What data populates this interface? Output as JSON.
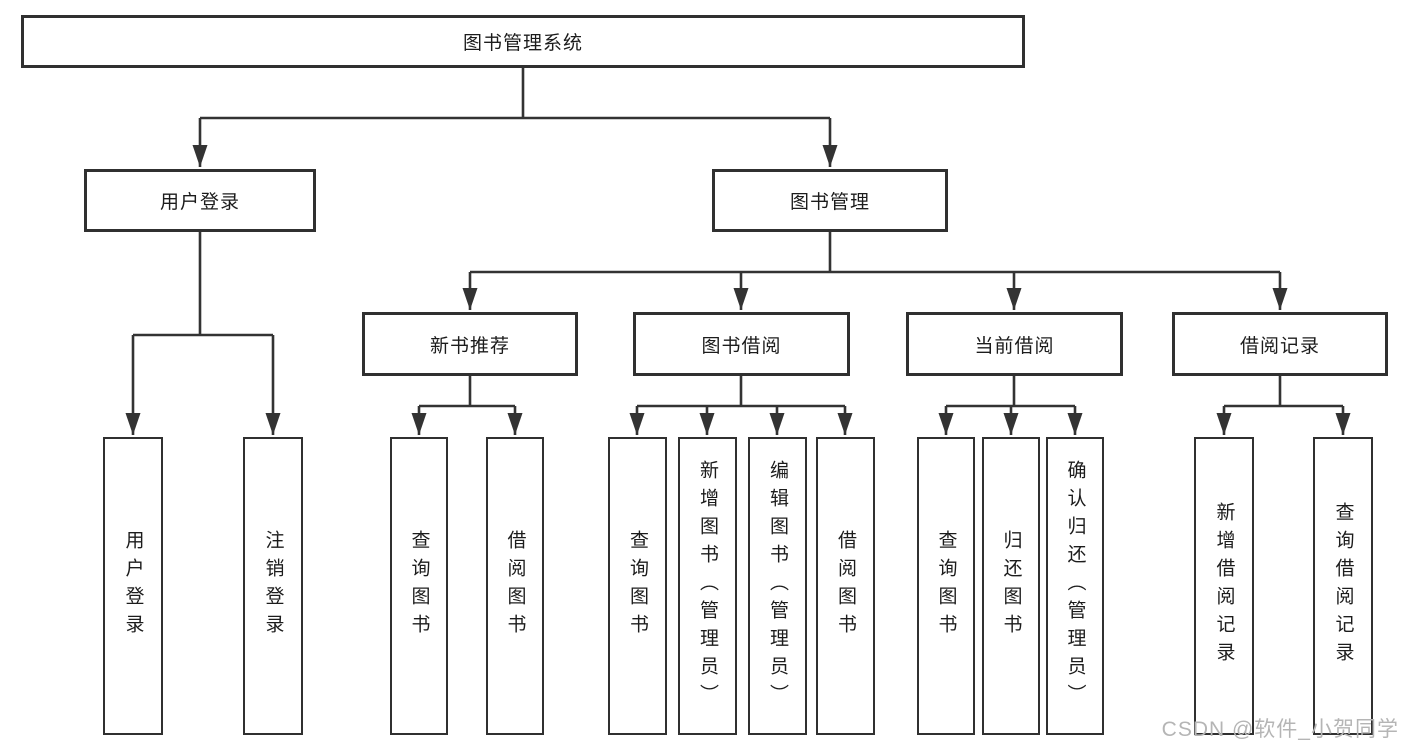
{
  "diagram_title": "图书管理系统",
  "colors": {
    "line": "#333333",
    "box_border": "#303030",
    "box_fill": "#ffffff",
    "text": "#1c1c1c",
    "watermark": "#b5b5b5"
  },
  "nodes": {
    "root": "图书管理系统",
    "user_login": "用户登录",
    "book_mgmt": "图书管理",
    "new_book": "新书推荐",
    "book_borrow": "图书借阅",
    "current_borrow": "当前借阅",
    "borrow_records": "借阅记录",
    "user_login_children": [
      "用户登录",
      "注销登录"
    ],
    "new_book_children": [
      "查询图书",
      "借阅图书"
    ],
    "book_borrow_children": [
      "查询图书",
      "新增图书（管理员）",
      "编辑图书（管理员）",
      "借阅图书"
    ],
    "current_borrow_children": [
      "查询图书",
      "归还图书",
      "确认归还（管理员）"
    ],
    "borrow_records_children": [
      "新增借阅记录",
      "查询借阅记录"
    ]
  },
  "watermark": "CSDN @软件_小贺同学"
}
